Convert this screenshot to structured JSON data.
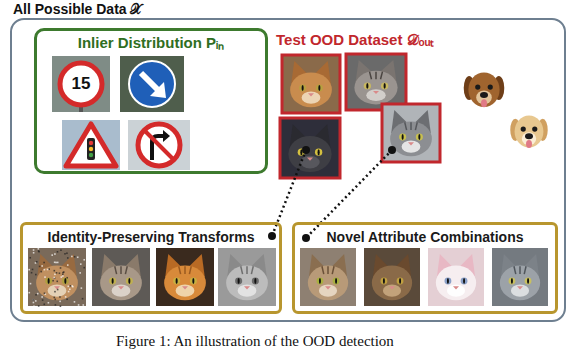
{
  "diagram": {
    "caption": "Figure 1: An illustration of the OOD detection",
    "nodes": [
      {
        "text": [
          "All Possible Data 𝒳"
        ]
      },
      {
        "text": [
          "Inlier Distribution Pᵢₙ"
        ],
        "in": 0
      },
      {
        "text": [
          "Identity-Preserving Transforms"
        ],
        "in": 0
      },
      {
        "text": [
          "Novel Attribute Combinations"
        ],
        "in": 0
      }
    ],
    "labels": [
      "Test OOD Dataset 𝒟ₒᵤₜ",
      "15"
    ]
  }
}
